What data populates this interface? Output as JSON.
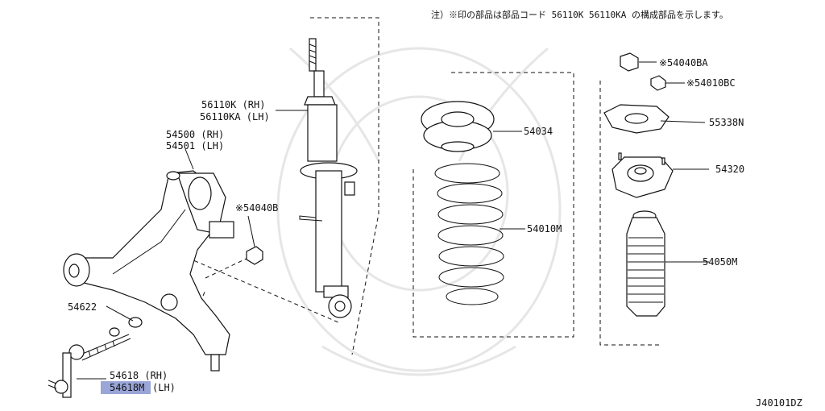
{
  "note": "注）※印の部品は部品コード 56110K 56110KA の構成部品を示します。",
  "diagram_code": "J40101DZ",
  "labels": {
    "strut_rh": "56110K (RH)",
    "strut_lh": "56110KA (LH)",
    "arm_rh": "54500 (RH)",
    "arm_lh": "54501 (LH)",
    "nut_54040b": "※54040B",
    "insulator": "54034",
    "spring": "54010M",
    "nut_54040ba": "※54040BA",
    "nut_54010bc": "※54010BC",
    "bearing": "55338N",
    "mount": "54320",
    "bound_bumper": "54050M",
    "bolt": "54622",
    "link_rh": "54618 (RH)",
    "link_lh_code": "54618M",
    "link_lh_side": "(LH)"
  },
  "highlight_color": "#9aa6d8"
}
